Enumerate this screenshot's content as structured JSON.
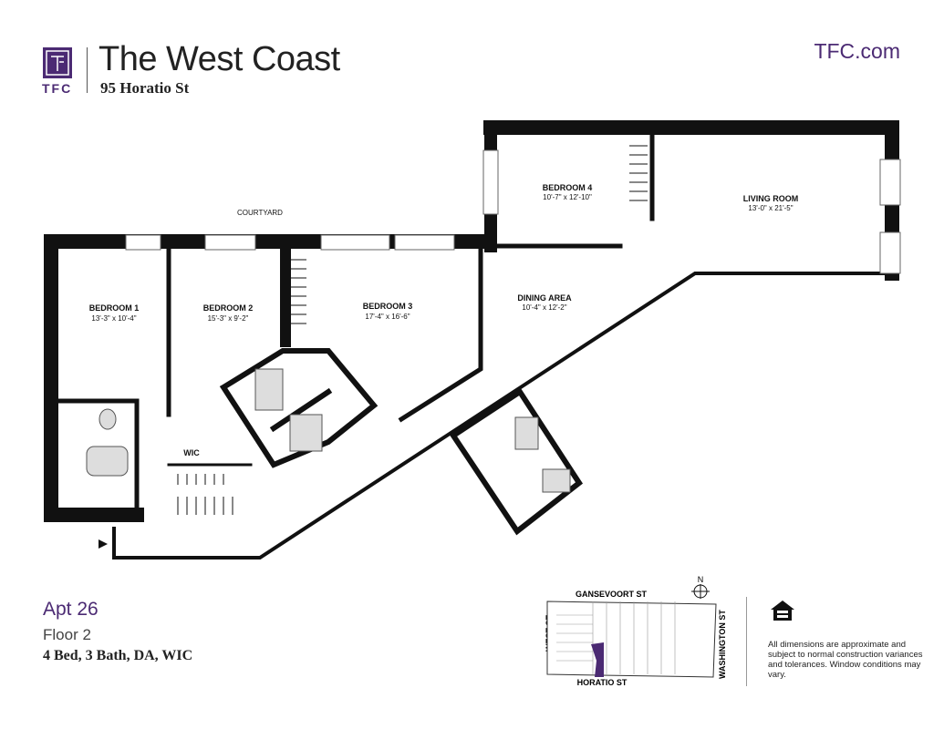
{
  "header": {
    "brand": "TFC",
    "title": "The West Coast",
    "address": "95 Horatio St",
    "website": "TFC.com"
  },
  "unit": {
    "apt": "Apt 26",
    "floor": "Floor 2",
    "summary": "4 Bed, 3 Bath, DA, WIC"
  },
  "plan": {
    "labels": {
      "courtyard": "COURTYARD",
      "wic": "WIC"
    },
    "rooms": [
      {
        "name": "BEDROOM 1",
        "dims": "13'-3\" x 10'-4\""
      },
      {
        "name": "BEDROOM 2",
        "dims": "15'-3\" x 9'-2\""
      },
      {
        "name": "BEDROOM 3",
        "dims": "17'-4\" x 16'-6\""
      },
      {
        "name": "DINING AREA",
        "dims": "10'-4\" x 12'-2\""
      },
      {
        "name": "BEDROOM 4",
        "dims": "10'-7\" x 12'-10\""
      },
      {
        "name": "LIVING ROOM",
        "dims": "13'-0\" x 21'-5\""
      }
    ]
  },
  "map": {
    "north": "N",
    "streets": {
      "top": "GANSEVOORT ST",
      "bottom": "HORATIO ST",
      "left": "WEST ST",
      "right": "WASHINGTON ST"
    },
    "highlight_color": "#4b2a73"
  },
  "disclaimer": "All dimensions are approximate and subject to normal construction variances and tolerances. Window conditions may vary.",
  "colors": {
    "brand": "#4b2a73",
    "walls": "#111111"
  }
}
